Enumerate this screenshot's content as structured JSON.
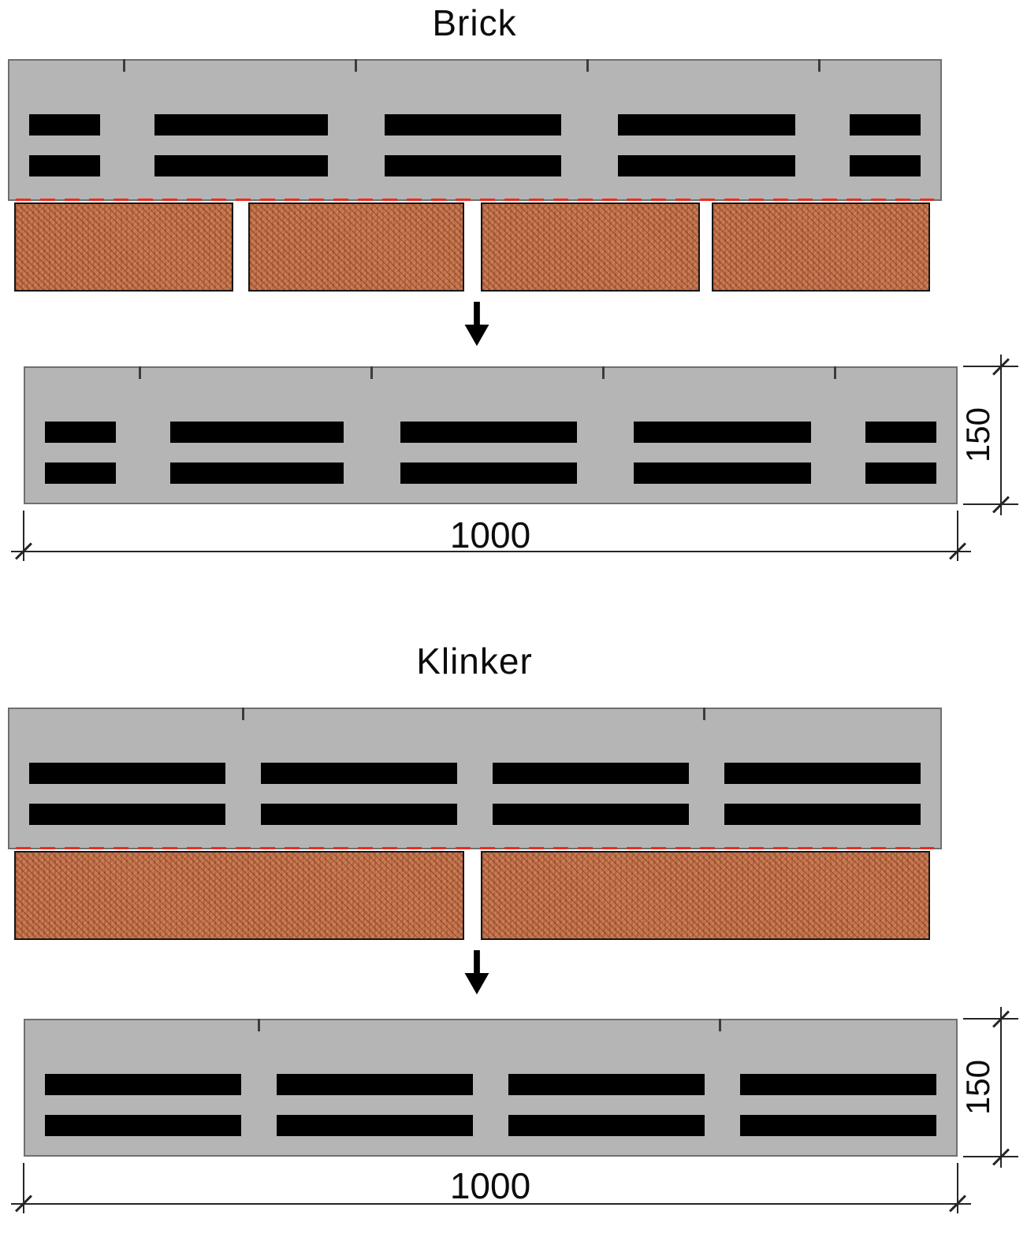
{
  "figure": {
    "sections": [
      {
        "id": "brick",
        "title": "Brick",
        "dims": {
          "height": "150",
          "width": "1000"
        }
      },
      {
        "id": "klinker",
        "title": "Klinker",
        "dims": {
          "height": "150",
          "width": "1000"
        }
      }
    ],
    "icons": {
      "down_arrow": "down-arrow-icon"
    },
    "colors": {
      "strip_fill": "#b5b5b5",
      "strip_border": "#6f6f6f",
      "slot": "#000000",
      "brick_fill": "#c4734c",
      "brick_border": "#161616",
      "cut_line_red": "#ef2b1e",
      "dim_line": "#262626",
      "text": "#111111",
      "background": "#ffffff"
    }
  }
}
